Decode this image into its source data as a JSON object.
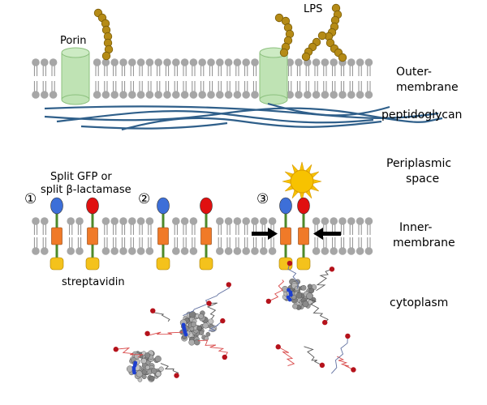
{
  "labels": {
    "porin": "Porin",
    "lps": "LPS",
    "outer_membrane_1": "Outer-",
    "outer_membrane_2": "membrane",
    "peptidoglycan": "peptidoglycan",
    "periplasm_1": "Periplasmic",
    "periplasm_2": "space",
    "split_1": "Split GFP or",
    "split_2": "split β-lactamase",
    "inner_membrane_1": "Inner-",
    "inner_membrane_2": "membrane",
    "streptavidin": "streptavidin",
    "cytoplasm": "cytoplasm"
  },
  "steps": [
    "①",
    "②",
    "③"
  ],
  "colors": {
    "lipid_head": "#a6a6a6",
    "lipid_tail": "#8c8c8c",
    "porin": "#bfe3b4",
    "lps": "#b58b16",
    "peptidoglycan": "#2f5f8a",
    "domain_blue": "#3d6fd8",
    "domain_red": "#e01010",
    "tm_orange": "#f07a28",
    "streptavidin_yellow": "#f4c21c",
    "sun": "#f7c200",
    "linker_green": "#4d8a2a"
  }
}
